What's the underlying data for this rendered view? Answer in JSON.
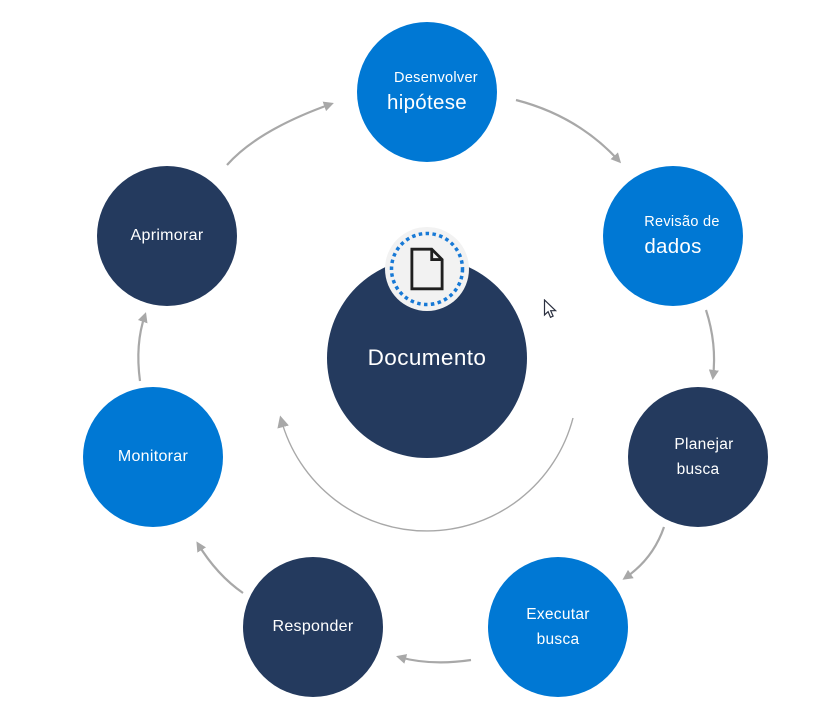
{
  "colors": {
    "primary_blue": "#0078d4",
    "dark_navy": "#243a5e",
    "arrow_gray": "#a8a8a8",
    "badge_background": "#f2f2f2",
    "badge_dotted_border": "#1779d6",
    "document_icon_stroke": "#1f1f1f",
    "node_text": "#ffffff",
    "page_background": "#ffffff"
  },
  "center_node": {
    "label": "Documento"
  },
  "badge": {
    "icon_name": "document-icon"
  },
  "nodes": [
    {
      "id": "desenvolver-hipotese",
      "line1": "Desenvolver",
      "line2": "hipótese",
      "color": "#0078d4"
    },
    {
      "id": "revisao-de-dados",
      "line1": "Revisão de",
      "line2": "dados",
      "color": "#0078d4"
    },
    {
      "id": "planejar-busca",
      "line1": "Planejar",
      "line2": "busca",
      "color": "#243a5e"
    },
    {
      "id": "executar-busca",
      "line1": "Executar",
      "line2": "busca",
      "color": "#0078d4"
    },
    {
      "id": "responder",
      "line1": "Responder",
      "color": "#243a5e"
    },
    {
      "id": "monitorar",
      "line1": "Monitorar",
      "color": "#0078d4"
    },
    {
      "id": "aprimorar",
      "line1": "Aprimorar",
      "color": "#243a5e"
    }
  ],
  "cursor": {
    "type": "arrow-pointer"
  }
}
